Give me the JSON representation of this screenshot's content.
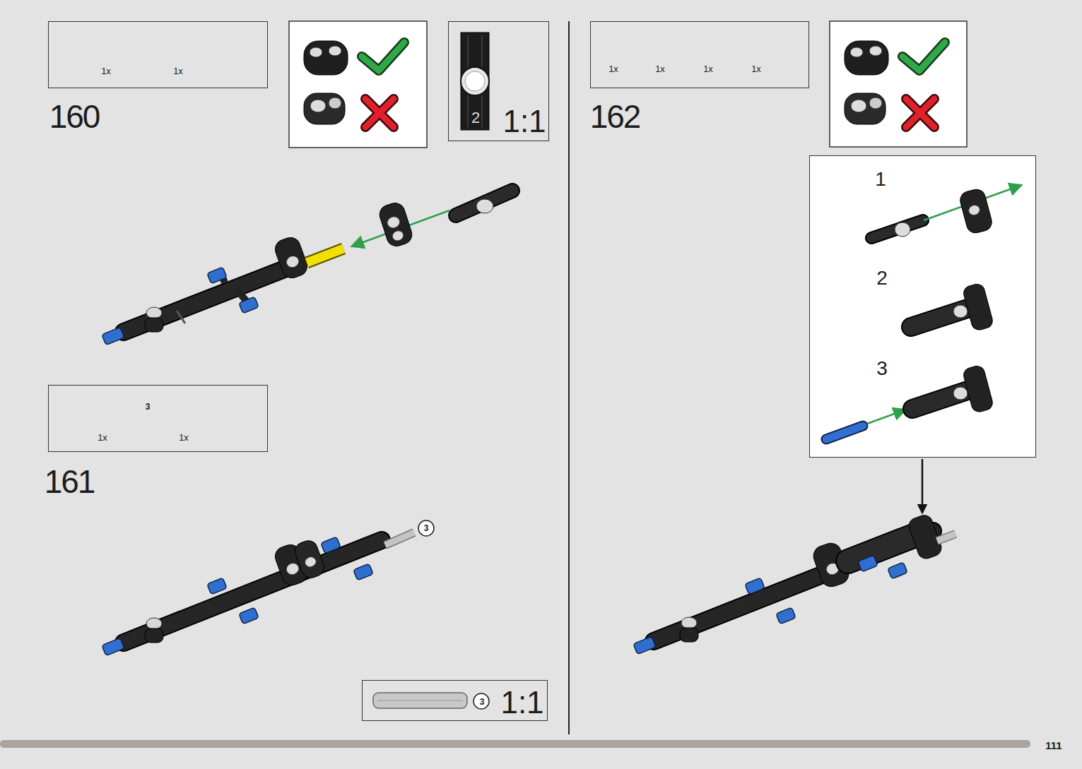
{
  "diagram": {
    "nodes": [
      {
        "text": [
          "1x",
          "1x"
        ]
      },
      {
        "text": [
          "2",
          "1:1"
        ]
      },
      {
        "text": [
          "3",
          "1x",
          "1x"
        ]
      },
      {
        "text": [
          "3",
          "1:1"
        ]
      },
      {
        "text": [
          "1x",
          "1x",
          "1x",
          "1x"
        ]
      },
      {
        "text": [
          "1",
          "2",
          "3"
        ]
      }
    ],
    "labels": [
      "160",
      "161",
      "3",
      "162",
      "111"
    ]
  }
}
